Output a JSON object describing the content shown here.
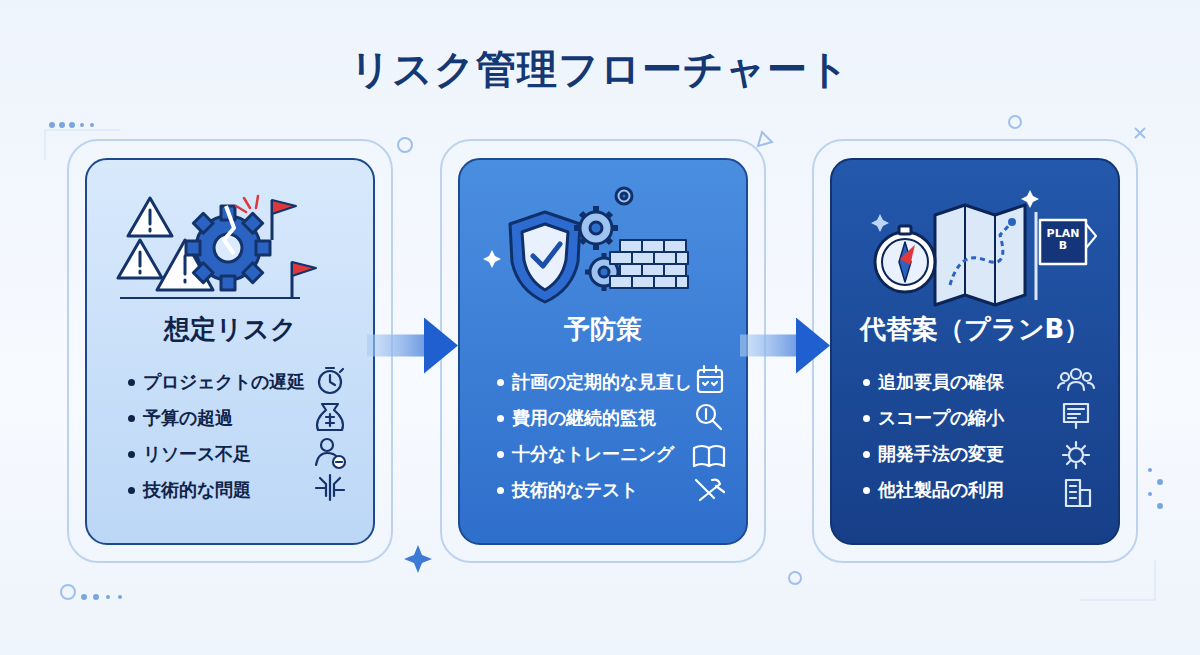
{
  "diagram": {
    "title": "リスク管理フローチャート",
    "nodes": [
      {
        "text": [
          "想定リスク",
          "プロジェクトの遅延",
          "予算の超過",
          "リソース不足",
          "技術的な問題"
        ]
      },
      {
        "text": [
          "予防策",
          "計画の定期的な見直し",
          "費用の継続的監視",
          "十分なトレーニング",
          "技術的なテスト"
        ]
      },
      {
        "text": [
          "代替案（プランB）",
          "追加要員の確保",
          "スコープの縮小",
          "開発手法の変更",
          "他社製品の利用"
        ]
      }
    ],
    "edges": [
      {
        "from": 0,
        "to": 1,
        "arrow": "to"
      },
      {
        "from": 1,
        "to": 2,
        "arrow": "to"
      }
    ],
    "labels": [
      "PLAN B"
    ]
  }
}
